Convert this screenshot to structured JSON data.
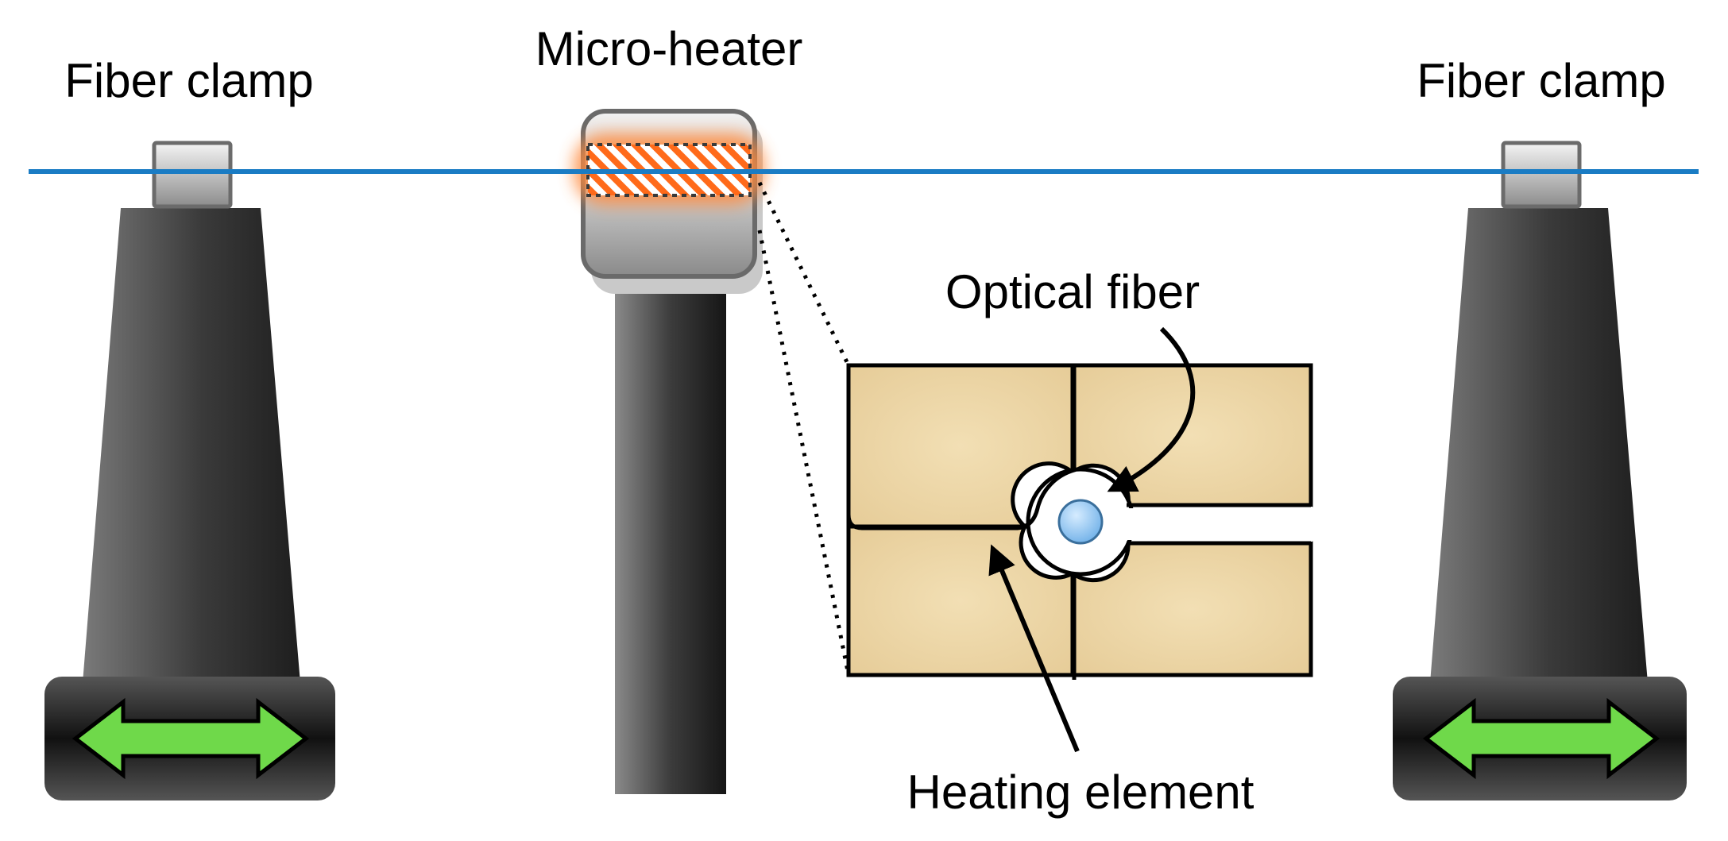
{
  "labels": {
    "left_clamp": "Fiber clamp",
    "micro_heater": "Micro-heater",
    "right_clamp": "Fiber clamp",
    "optical_fiber": "Optical fiber",
    "heating_element": "Heating element"
  },
  "colors": {
    "fiber_line": "#1a7cc4",
    "stage_dark": "#2e2e2e",
    "stage_light": "#6b6b6b",
    "arrow_green": "#6fd94a",
    "heater_glow": "#ff8a3d",
    "hatch_orange": "#ff6a1a",
    "ceramic": "#eed7a8",
    "fiber_core": "#8ec7f2"
  },
  "icons": {
    "left_translation": "double-arrow-horizontal",
    "right_translation": "double-arrow-horizontal"
  }
}
